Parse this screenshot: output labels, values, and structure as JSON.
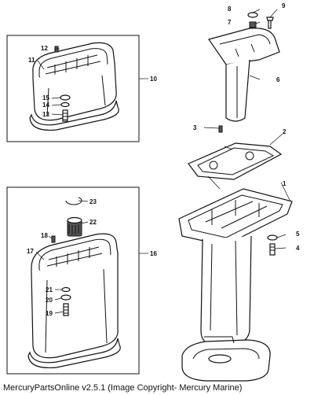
{
  "caption": "MercuryPartsOnline v2.5.1 (Image Copyright- Mercury Marine)",
  "callouts": [
    "1",
    "2",
    "3",
    "4",
    "5",
    "6",
    "7",
    "8",
    "9",
    "10",
    "11",
    "12",
    "13",
    "14",
    "15",
    "16",
    "17",
    "18",
    "19",
    "20",
    "21",
    "22",
    "23"
  ]
}
